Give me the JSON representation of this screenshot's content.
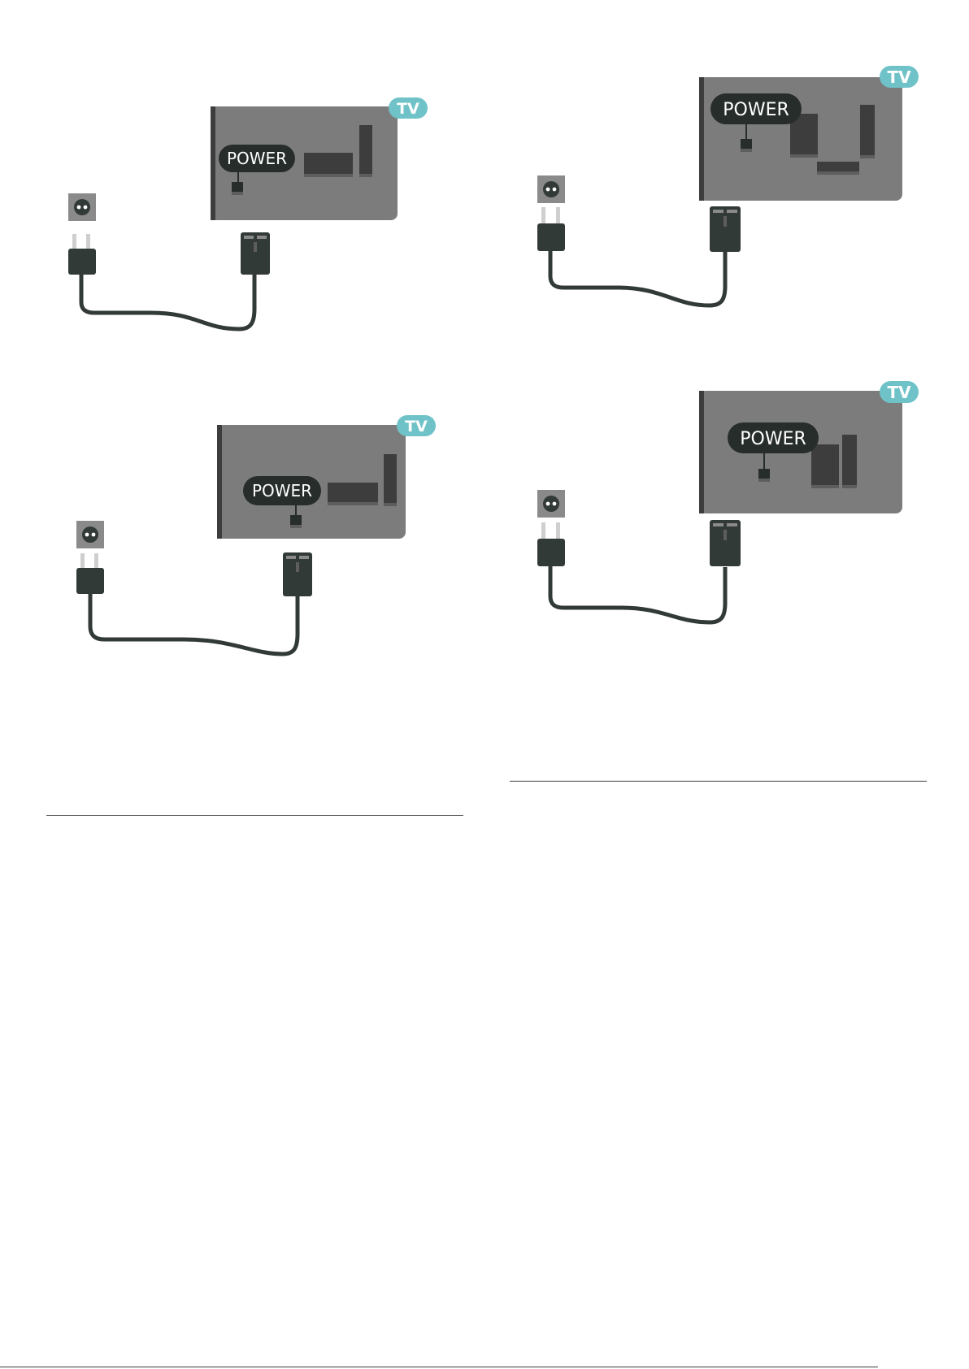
{
  "illustrations": [
    {
      "power_label": "POWER",
      "tv_badge": "TV"
    },
    {
      "power_label": "POWER",
      "tv_badge": "TV"
    },
    {
      "power_label": "POWER",
      "tv_badge": "TV"
    },
    {
      "power_label": "POWER",
      "tv_badge": "TV"
    }
  ],
  "colors": {
    "tv_panel": "#7d7c7c",
    "tv_edge": "#3d3d3d",
    "plug": "#323a38",
    "cable": "#323a38",
    "badge": "#6fc3c8",
    "prong": "#cfcfcf",
    "power_pill": "#262d2b"
  },
  "icons": [
    "wall-socket-icon",
    "power-plug-icon",
    "power-connector-icon",
    "tv-badge-icon"
  ]
}
